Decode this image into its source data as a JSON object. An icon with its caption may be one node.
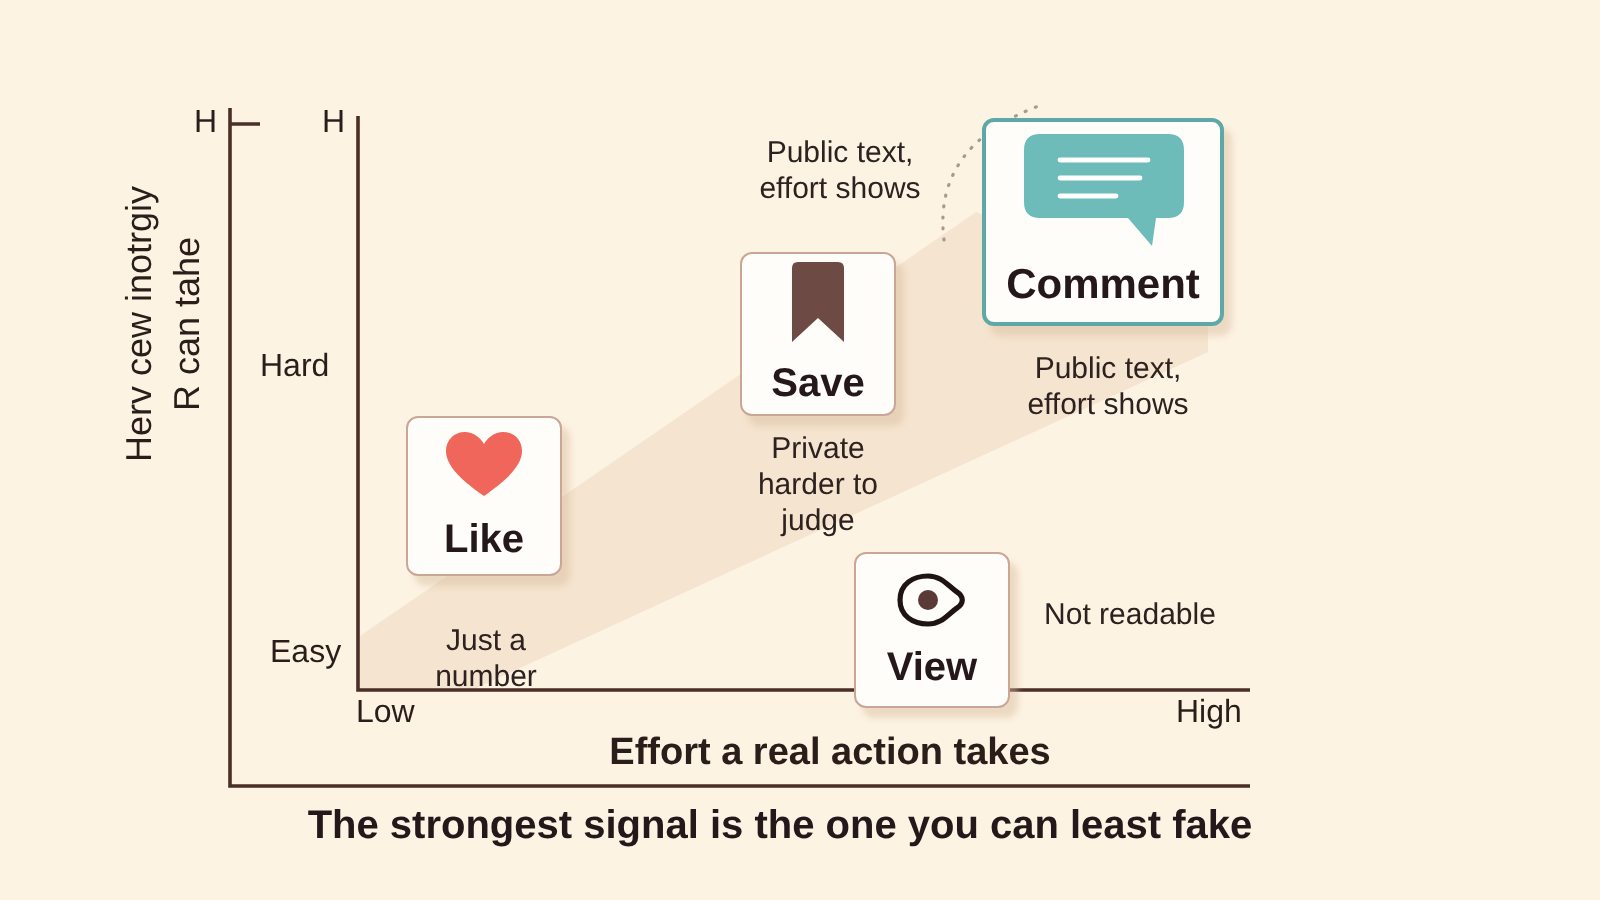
{
  "diagram": {
    "caption": "The strongest signal is the one you can least fake",
    "nodes": [
      {
        "text": [
          "Comment"
        ],
        "beside": [
          "Public text, effort shows",
          "Public text, effort shows"
        ]
      },
      {
        "text": [
          "Save"
        ],
        "beside": [
          "Private harder to judge"
        ]
      },
      {
        "text": [
          "Like"
        ],
        "beside": [
          "Just a number"
        ]
      },
      {
        "text": [
          "View"
        ],
        "beside": [
          "Not readable"
        ]
      }
    ],
    "labels": [
      "H",
      "H",
      "Herv cew inotrgiy R can tahe",
      "Hard",
      "Easy",
      "Low",
      "High",
      "Effort a real action takes"
    ]
  }
}
